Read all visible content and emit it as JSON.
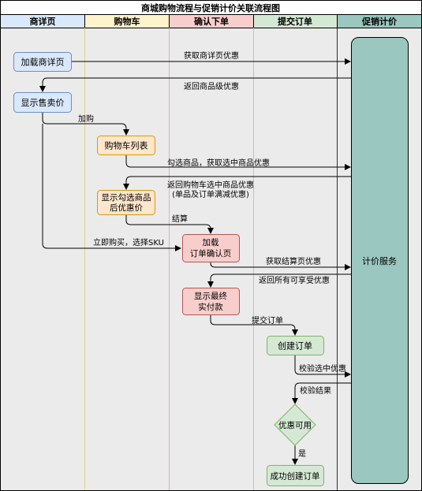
{
  "title": "商城购物流程与促销计价关联流程图",
  "lanes": [
    {
      "id": "pdp",
      "label": "商详页",
      "color": "#dae8fc"
    },
    {
      "id": "cart",
      "label": "购物车",
      "color": "#fff2cc"
    },
    {
      "id": "confirm",
      "label": "确认下单",
      "color": "#f8cecc"
    },
    {
      "id": "submit",
      "label": "提交订单",
      "color": "#d5e8d4"
    },
    {
      "id": "promo",
      "label": "促销计价",
      "color": "#9ac7bf"
    }
  ],
  "nodes": {
    "load_pdp": "加载商详页",
    "show_price": "显示售卖价",
    "cart_list": "购物车列表",
    "cart_price": [
      "显示勾选商品",
      "后优惠价"
    ],
    "load_confirm": [
      "加载",
      "订单确认页"
    ],
    "final_pay": [
      "显示最终",
      "实付款"
    ],
    "create_order": "创建订单",
    "decision": "优惠可用",
    "success": "成功创建订单",
    "pricing_service": "计价服务"
  },
  "edges": {
    "get_pdp_promo": "获取商详页优惠",
    "return_item_promo": "返回商品级优惠",
    "add_cart": "加购",
    "select_items": "勾选商品，获取选中商品优惠",
    "return_cart_promo": [
      "返回购物车选中商品优惠",
      "(单品及订单满减优惠)"
    ],
    "checkout": "结算",
    "buy_now": "立即购买，选择SKU",
    "get_checkout_promo": "获取结算页优惠",
    "return_all_promo": "返回所有可享受优惠",
    "submit_order": "提交订单",
    "verify_promo": "校验选中优惠",
    "verify_result": "校验结果",
    "yes": "是"
  }
}
